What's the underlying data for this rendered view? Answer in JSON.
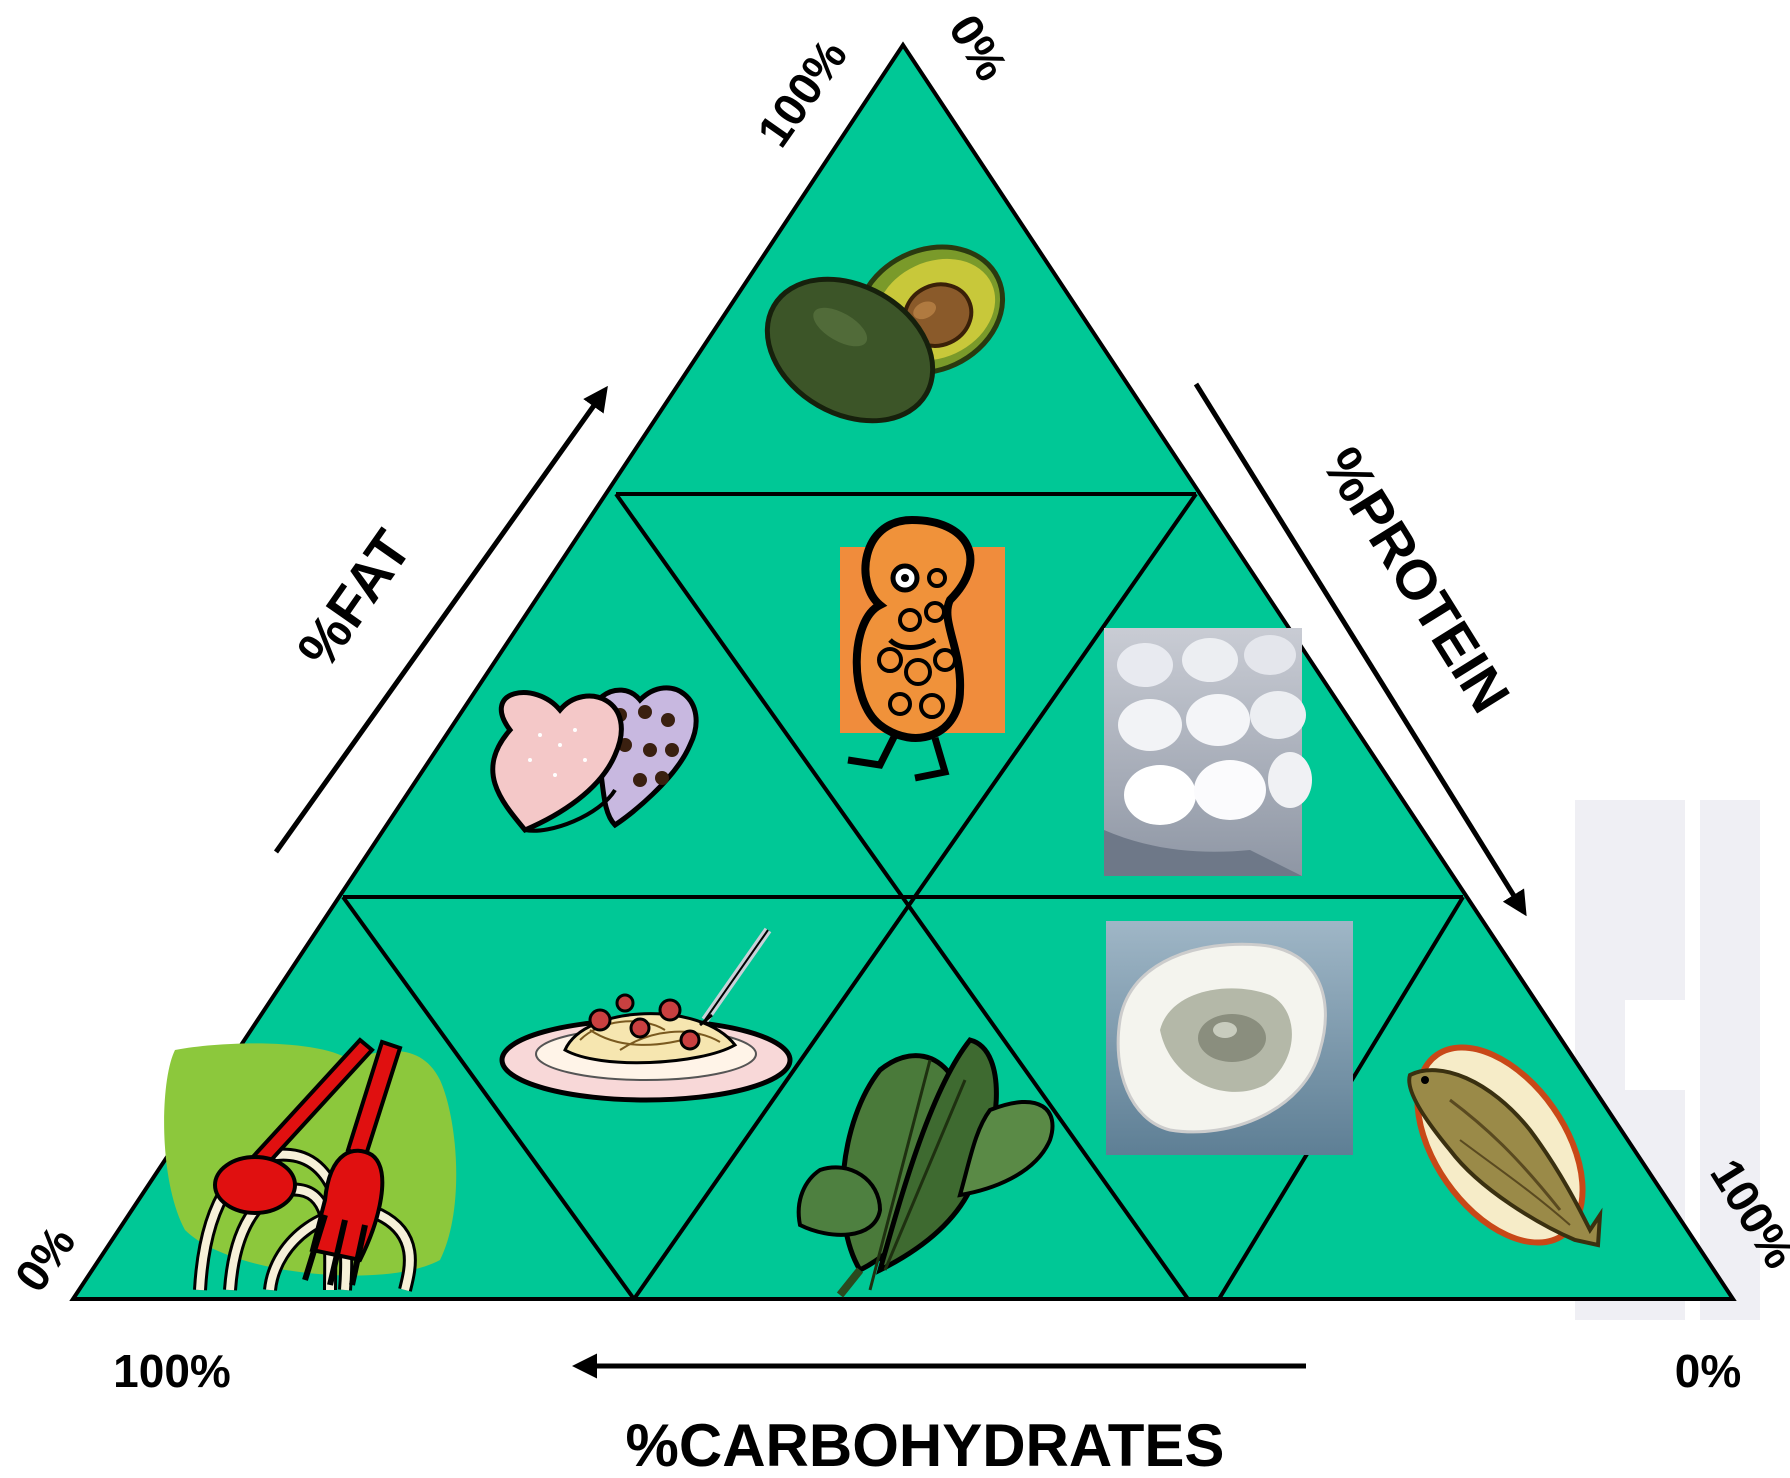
{
  "colors": {
    "triangle_fill": "#00c896",
    "outline": "#000000",
    "label": "#000000",
    "watermark": "#eeeef2"
  },
  "axes": {
    "fat": {
      "label": "%FAT",
      "start": "0%",
      "end": "100%",
      "arrow_direction": "up"
    },
    "protein": {
      "label": "%PROTEIN",
      "start": "0%",
      "end": "100%",
      "arrow_direction": "down"
    },
    "carbohydrates": {
      "label": "%CARBOHYDRATES",
      "start": "0%",
      "end": "100%",
      "arrow_direction": "left"
    }
  },
  "foods": [
    {
      "name": "avocado",
      "icon": "avocado-icon"
    },
    {
      "name": "peanut",
      "icon": "peanut-icon"
    },
    {
      "name": "chocolates",
      "icon": "chocolate-box-icon"
    },
    {
      "name": "eggs",
      "icon": "eggs-photo-icon"
    },
    {
      "name": "spaghetti",
      "icon": "spaghetti-plate-icon"
    },
    {
      "name": "pasta",
      "icon": "pasta-fork-icon"
    },
    {
      "name": "leafy greens",
      "icon": "kale-icon"
    },
    {
      "name": "oyster",
      "icon": "oyster-photo-icon"
    },
    {
      "name": "fish",
      "icon": "fish-plate-icon"
    }
  ]
}
